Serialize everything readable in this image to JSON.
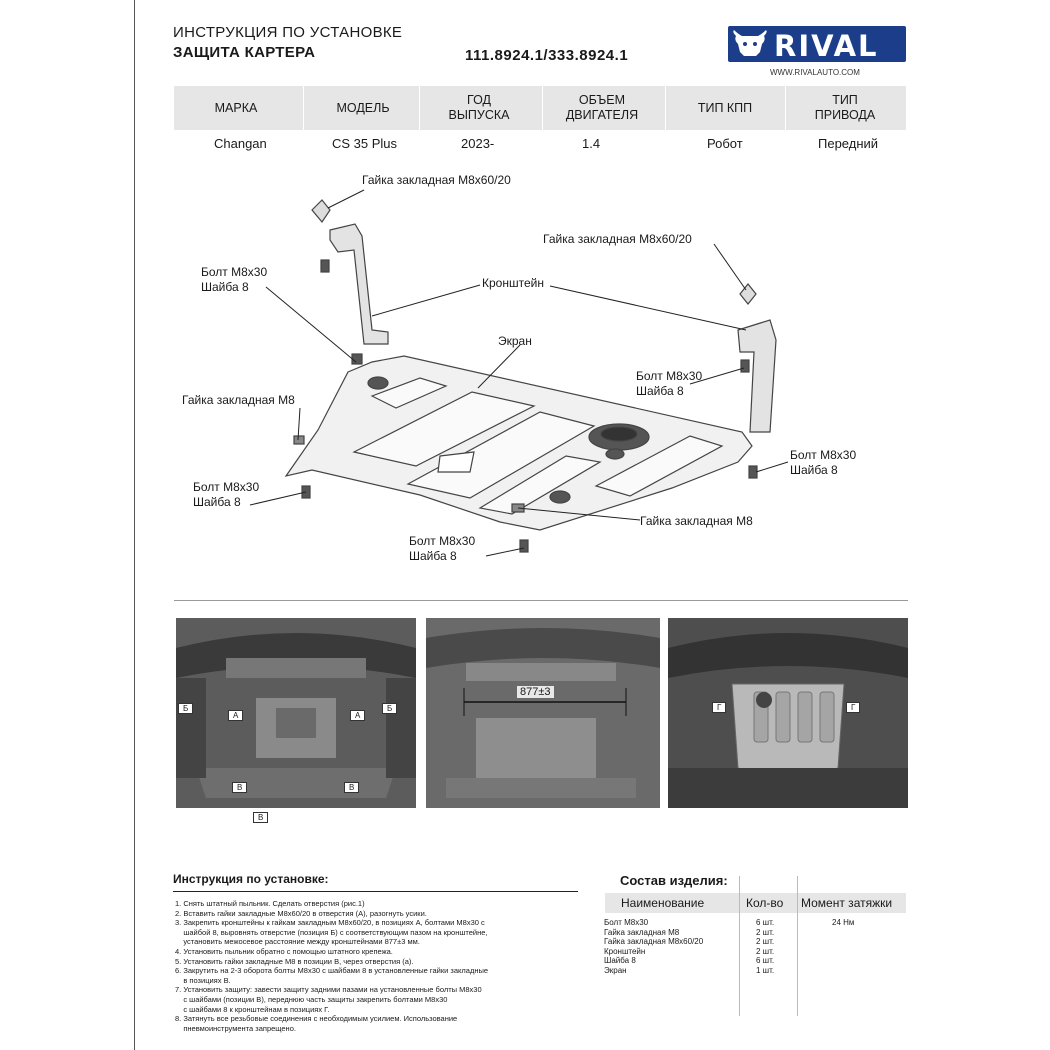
{
  "header": {
    "title_line1": "ИНСТРУКЦИЯ ПО УСТАНОВКЕ",
    "title_line2": "ЗАЩИТА КАРТЕРА",
    "part_number": "111.8924.1/333.8924.1",
    "logo_text": "RIVAL",
    "logo_url": "WWW.RIVALAUTO.COM",
    "logo_color": "#1c3e8a"
  },
  "spec_table": {
    "headers": [
      "МАРКА",
      "МОДЕЛЬ",
      "ГОД ВЫПУСКА",
      "ОБЪЕМ ДВИГАТЕЛЯ",
      "ТИП КПП",
      "ТИП ПРИВОДА"
    ],
    "header_lines": [
      [
        "МАРКА"
      ],
      [
        "МОДЕЛЬ"
      ],
      [
        "ГОД",
        "ВЫПУСКА"
      ],
      [
        "ОБЪЕМ",
        "ДВИГАТЕЛЯ"
      ],
      [
        "ТИП КПП"
      ],
      [
        "ТИП",
        "ПРИВОДА"
      ]
    ],
    "row": [
      "Changan",
      "CS 35 Plus",
      "2023-",
      "1.4",
      "Робот",
      "Передний"
    ]
  },
  "diagram_labels": {
    "nut_top_left": "Гайка закладная М8х60/20",
    "nut_top_right": "Гайка закладная М8х60/20",
    "bracket": "Кронштейн",
    "bolt_upper_left": "Болт М8х30",
    "washer_upper_left": "Шайба 8",
    "screen": "Экран",
    "bolt_right_mid": "Болт М8х30",
    "washer_right_mid": "Шайба 8",
    "nut_left": "Гайка закладная М8",
    "bolt_right_low": "Болт М8х30",
    "washer_right_low": "Шайба 8",
    "bolt_lower_left": "Болт М8х30",
    "washer_lower_left": "Шайба 8",
    "nut_bottom": "Гайка закладная М8",
    "bolt_bottom": "Болт М8х30",
    "washer_bottom": "Шайба 8"
  },
  "photos": {
    "dimension": "877±3",
    "markers": [
      "Б",
      "А",
      "А",
      "Б",
      "В",
      "В",
      "В",
      "Г",
      "Г"
    ]
  },
  "instructions": {
    "heading": "Инструкция по установке:",
    "steps": [
      "1. Снять штатный пыльник. Сделать отверстия (рис.1)",
      "2. Вставить гайки закладные М8х60/20 в отверстия (А), разогнуть усики.",
      "3. Закрепить кронштейны к гайкам закладным М8х60/20, в позициях А, болтами М8х30 с\n    шайбой 8, выровнять отверстие (позиция Б) с соответствующим пазом на кронштейне,\n    установить межосевое расстояние между кронштейнами 877±3 мм.",
      "4. Установить пыльник обратно с помощью штатного крепежа.",
      "5. Установить гайки закладные М8 в позиции В, через отверстия (а).",
      "6. Закрутить на 2-3 оборота болты М8х30 с шайбами 8 в установленные гайки закладные\n    в позициях В.",
      "7. Установить защиту: завести защиту задними пазами на установленные болты М8х30\n    с шайбами (позиции В), переднюю часть защиты закрепить болтами М8х30\n    с шайбами 8 к кронштейнам в позициях Г.",
      "8. Затянуть все резьбовые соединения с необходимым усилием. Использование\n    пневмоинструмента запрещено."
    ]
  },
  "components": {
    "heading": "Состав изделия:",
    "headers": [
      "Наименование",
      "Кол-во",
      "Момент затяжки"
    ],
    "rows": [
      {
        "name": "Болт М8х30",
        "qty": "6 шт.",
        "torque": "24 Нм"
      },
      {
        "name": "Гайка закладная М8",
        "qty": "2 шт.",
        "torque": ""
      },
      {
        "name": "Гайка закладная М8х60/20",
        "qty": "2 шт.",
        "torque": ""
      },
      {
        "name": "Кронштейн",
        "qty": "2 шт.",
        "torque": ""
      },
      {
        "name": "Шайба 8",
        "qty": "6 шт.",
        "torque": ""
      },
      {
        "name": "Экран",
        "qty": "1 шт.",
        "torque": ""
      }
    ]
  }
}
